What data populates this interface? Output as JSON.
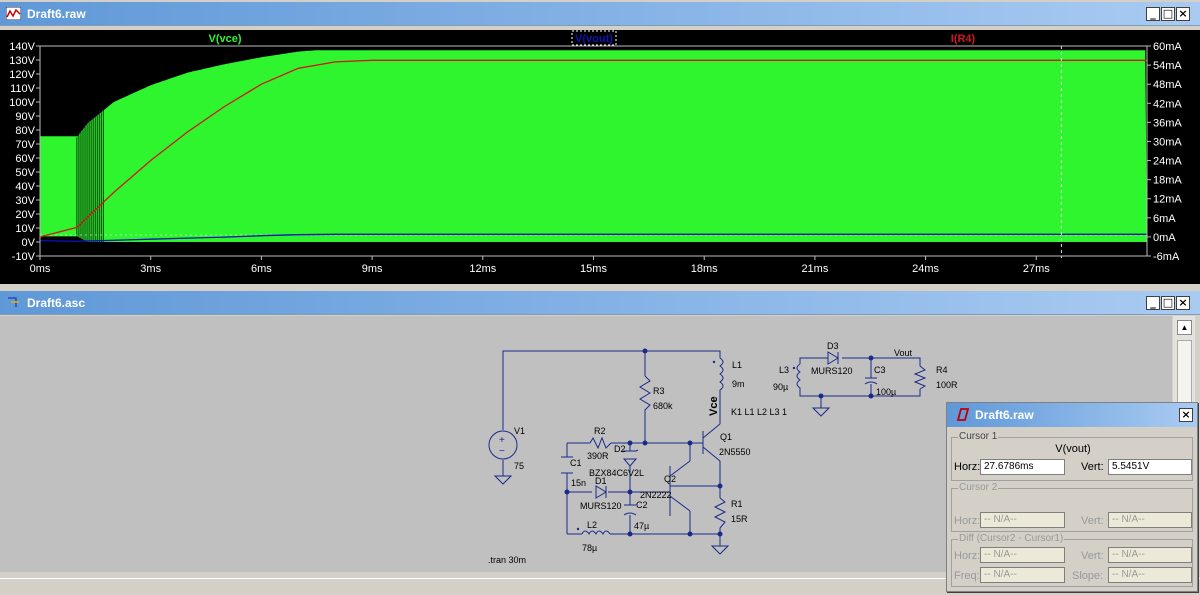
{
  "colors": {
    "plot_bg": "#000000",
    "vce": "#2ef52e",
    "vout": "#1010b4",
    "ir4": "#d01818",
    "wire": "#1a2a8a",
    "component": "#1a2a8a",
    "schem_bg": "#c0c0c0"
  },
  "raw_window": {
    "title": "Draft6.raw",
    "icon": "waveform-icon",
    "min_label": "_",
    "max_label": "□",
    "close_label": "×"
  },
  "plot": {
    "traces": [
      {
        "name": "V(vce)",
        "color": "#2ef52e"
      },
      {
        "name": "V(vout)",
        "color": "#1010b4"
      },
      {
        "name": "I(R4)",
        "color": "#d01818"
      }
    ],
    "left_ticks": [
      "140V",
      "130V",
      "120V",
      "110V",
      "100V",
      "90V",
      "80V",
      "70V",
      "60V",
      "50V",
      "40V",
      "30V",
      "20V",
      "10V",
      "0V",
      "-10V"
    ],
    "right_ticks": [
      "60mA",
      "54mA",
      "48mA",
      "42mA",
      "36mA",
      "30mA",
      "24mA",
      "18mA",
      "12mA",
      "6mA",
      "0mA",
      "-6mA"
    ],
    "x_ticks": [
      "0ms",
      "3ms",
      "6ms",
      "9ms",
      "12ms",
      "15ms",
      "18ms",
      "21ms",
      "24ms",
      "27ms"
    ]
  },
  "chart_data": {
    "type": "line",
    "x_unit": "ms",
    "xlim": [
      0,
      30
    ],
    "ylim_left": [
      -10,
      140
    ],
    "ylim_right": [
      -6,
      60
    ],
    "xlabel": "",
    "ylabel": "",
    "x_ticks": [
      0,
      3,
      6,
      9,
      12,
      15,
      18,
      21,
      24,
      27
    ],
    "left_ticks": [
      140,
      130,
      120,
      110,
      100,
      90,
      80,
      70,
      60,
      50,
      40,
      30,
      20,
      10,
      0,
      -10
    ],
    "right_ticks": [
      60,
      54,
      48,
      42,
      36,
      30,
      24,
      18,
      12,
      6,
      0,
      -6
    ],
    "cursor_x": 27.68,
    "series": [
      {
        "name": "V(vce)",
        "axis": "left",
        "envelope_x": [
          0,
          1,
          1.3,
          2,
          3,
          4,
          5,
          6,
          7,
          7.5,
          8,
          30
        ],
        "envelope_max": [
          75,
          75,
          85,
          100,
          112,
          121,
          127,
          132,
          136,
          137,
          137,
          137
        ],
        "min": 0
      },
      {
        "name": "V(vout)",
        "axis": "left",
        "x": [
          0,
          1,
          2,
          3,
          4,
          5,
          6,
          7,
          8,
          30
        ],
        "y": [
          1,
          0.5,
          1.2,
          2,
          2.8,
          3.5,
          4.5,
          5.2,
          5.5,
          5.5
        ]
      },
      {
        "name": "I(R4)",
        "axis": "right",
        "x": [
          0,
          1,
          2,
          3,
          4,
          5,
          6,
          7,
          8,
          9,
          30
        ],
        "y": [
          0,
          3,
          14,
          24,
          33,
          41,
          48,
          53,
          55,
          55.5,
          55.5
        ]
      }
    ]
  },
  "asc_window": {
    "title": "Draft6.asc",
    "icon": "schematic-icon",
    "min_label": "_",
    "max_label": "□",
    "close_label": "×"
  },
  "schematic": {
    "labels": {
      "L1": "L1",
      "L1_val": "9m",
      "R3": "R3",
      "R3_val": "680k",
      "vce": "Vce",
      "k": "K1 L1 L2 L3 1",
      "Q1": "Q1",
      "Q1_val": "2N5550",
      "Q2": "Q2",
      "Q2_val": "2N2222",
      "V1": "V1",
      "V1_val": "75",
      "R2": "R2",
      "R2_val": "390R",
      "D2": "D2",
      "D2_val": "BZX84C6V2L",
      "D1": "D1",
      "D1_val": "MURS120",
      "C1": "C1",
      "C1_val": "15n",
      "C2": "C2",
      "C2_val": "47µ",
      "R1": "R1",
      "R1_val": "15R",
      "L2": "L2",
      "L2_val": "78µ",
      "D3": "D3",
      "D3_val": "MURS120",
      "L3": "L3",
      "L3_val": "90µ",
      "C3": "C3",
      "C3_val": "100µ",
      "vout": "Vout",
      "R4": "R4",
      "R4_val": "100R",
      "tran": ".tran 30m"
    }
  },
  "cursor_window": {
    "title": "Draft6.raw",
    "close_label": "×",
    "cursor1": {
      "label": "Cursor 1",
      "trace": "V(vout)",
      "horz_label": "Horz:",
      "horz_value": "27.6786ms",
      "vert_label": "Vert:",
      "vert_value": "5.5451V"
    },
    "cursor2": {
      "label": "Cursor 2",
      "horz_label": "Horz:",
      "horz_value": "-- N/A--",
      "vert_label": "Vert:",
      "vert_value": "-- N/A--"
    },
    "diff": {
      "label": "Diff (Cursor2 - Cursor1)",
      "horz_label": "Horz:",
      "horz_value": "-- N/A--",
      "vert_label": "Vert:",
      "vert_value": "-- N/A--",
      "freq_label": "Freq:",
      "freq_value": "-- N/A--",
      "slope_label": "Slope:",
      "slope_value": "-- N/A--"
    }
  }
}
